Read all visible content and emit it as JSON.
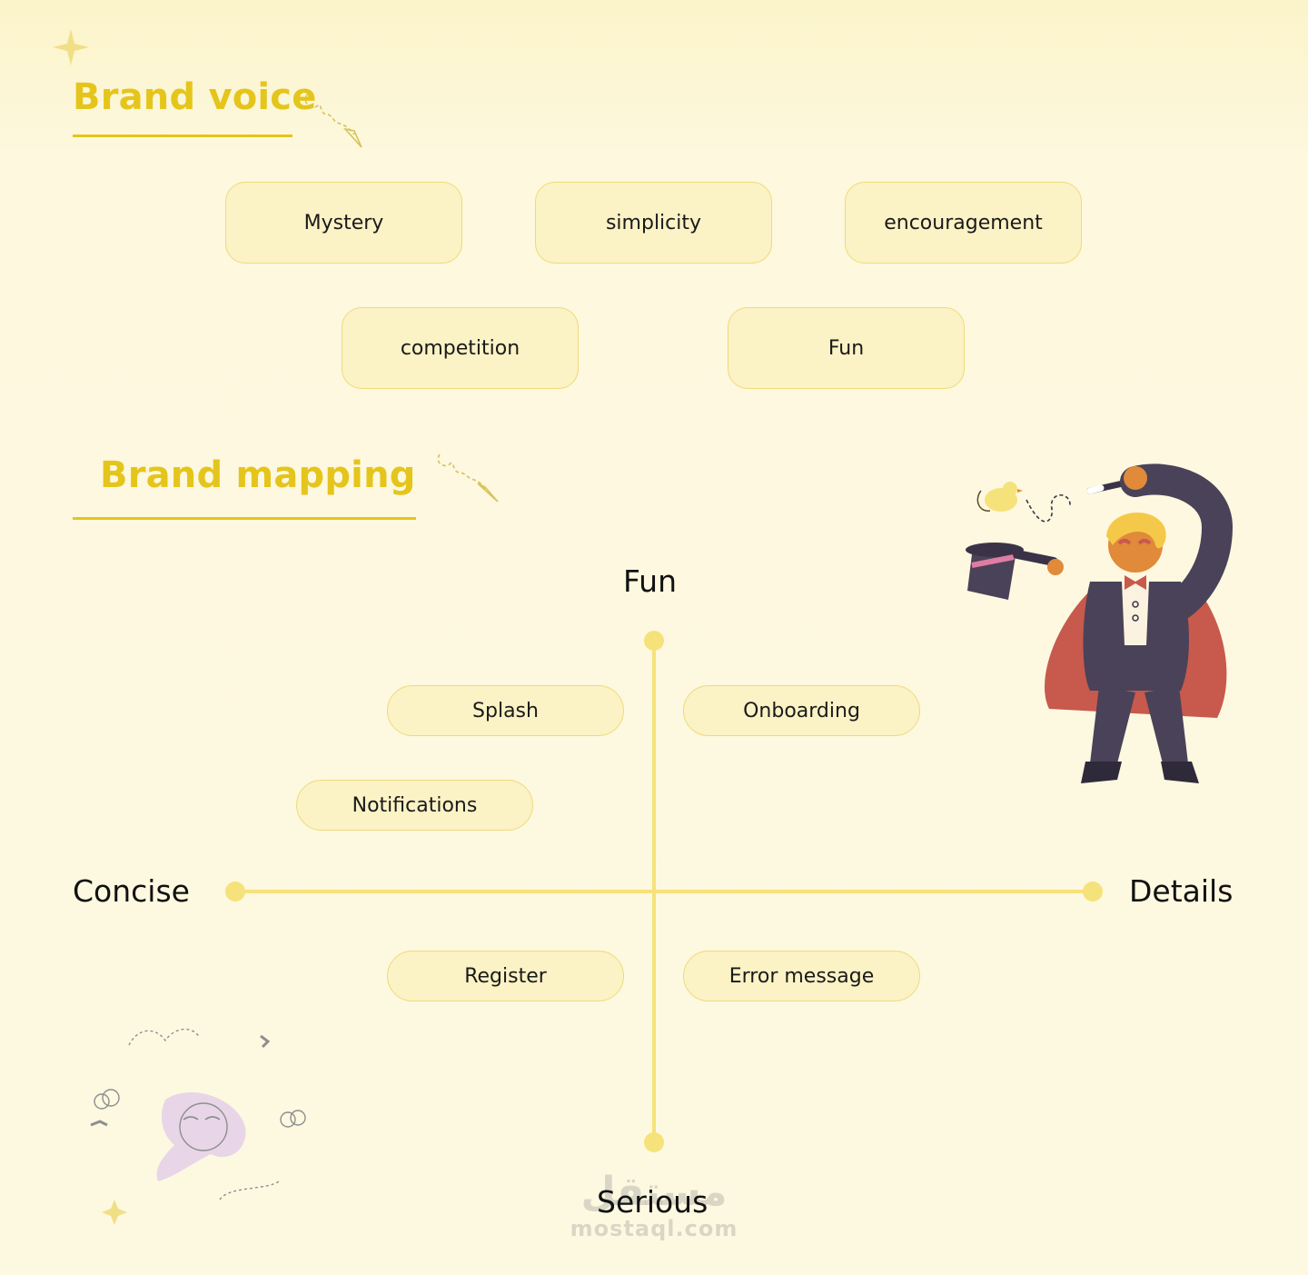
{
  "brand_voice": {
    "title": "Brand voice",
    "tags": [
      "Mystery",
      "simplicity",
      "encouragement",
      "competition",
      "Fun"
    ]
  },
  "brand_mapping": {
    "title": "Brand mapping",
    "axes": {
      "top": "Fun",
      "bottom": "Serious",
      "left": "Concise",
      "right": "Details"
    },
    "items": {
      "splash": "Splash",
      "onboarding": "Onboarding",
      "notifications": "Notifications",
      "register": "Register",
      "error_message": "Error message"
    }
  },
  "watermark": {
    "logo": "مستقل",
    "url": "mostaql.com"
  },
  "colors": {
    "accent": "#e5c51b",
    "axis": "#f6e27a",
    "tag_fill": "#fbf2c5",
    "tag_border": "#eedb7a",
    "background": "#fdf9e1"
  }
}
